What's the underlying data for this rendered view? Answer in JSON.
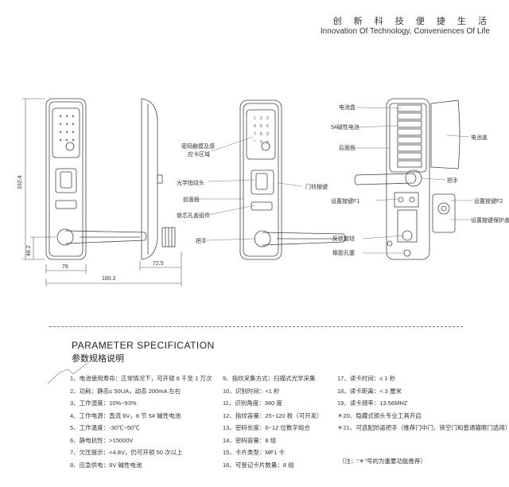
{
  "header": {
    "slogan_cn": "创 新 科 技 便 捷 生 活",
    "slogan_en": "Innovation Of Technology,  Conveniences Of Life"
  },
  "dimensions": {
    "height": "332.4",
    "handle_height": "48.2",
    "front_width": "78",
    "side_width": "72.5",
    "total_width": "180.2"
  },
  "callouts_front": {
    "touch_keypad": "密码触摸及感",
    "card_area": "应卡区域",
    "fingerprint": "光学指纹头",
    "front_panel": "前面板",
    "lock_cover": "锁芯孔盖组件",
    "handle": "把手",
    "door_bell": "门铃按键"
  },
  "callouts_back": {
    "battery_box": "电池盒",
    "battery": "5#碱性电池",
    "back_panel": "后面板",
    "battery_cover": "电池盖",
    "setting_key_f1": "设置按键F1",
    "handle_back": "把手",
    "setting_key_f2": "设置按键F2",
    "key_cover": "设置按键保护盖",
    "anti_lock": "反锁旋钮",
    "rubber_cap": "橡胶孔塞"
  },
  "section": {
    "title_en": "PARAMETER SPECIFICATION",
    "title_cn": "参数规格说明"
  },
  "specs_col1": [
    "1、电池使用寿命：正常情况下，可开锁 6 千至 1 万次",
    "2、功耗：静态≤ 50UA，动态 200mA 左右",
    "3、工作湿度：10%~93%",
    "4、工作电源：直流 6V，8 节 5# 碱性电池",
    "5、工作温度：-30℃~50℃",
    "6、静电抗性：>15000V",
    "7、欠压提示：<4.8V，仍可开锁 50 次以上",
    "8、应急供电：9V 碱性电池"
  ],
  "specs_col2": [
    "9、指纹采集方式：扫描式光学采集",
    "10、识别时间：<1 秒",
    "11、识别角度：360 度",
    "12、指纹容量：25~120 枚（可开发）",
    "13、密码长度：6~12 位数字组合",
    "14、密码容量：8 组",
    "15、卡片类型：MF1 卡",
    "16、可登记卡片数量：8 组"
  ],
  "specs_col3": [
    "17、读卡时间：≤ 1 秒",
    "18、读卡距离：< 3 厘米",
    "19、读卡频率：13.56MHZ",
    "＊20、隐藏式锁头专业工具开启",
    "＊21、可选配防盗把手（推荐门中门、铁空门和普通猫眼门选用）"
  ],
  "note": "（注：“＊”号的为重要功能推荐）",
  "keypad_keys": [
    "1",
    "2",
    "3",
    "4",
    "5",
    "6",
    "7",
    "8",
    "9",
    "*",
    "0",
    "#"
  ]
}
